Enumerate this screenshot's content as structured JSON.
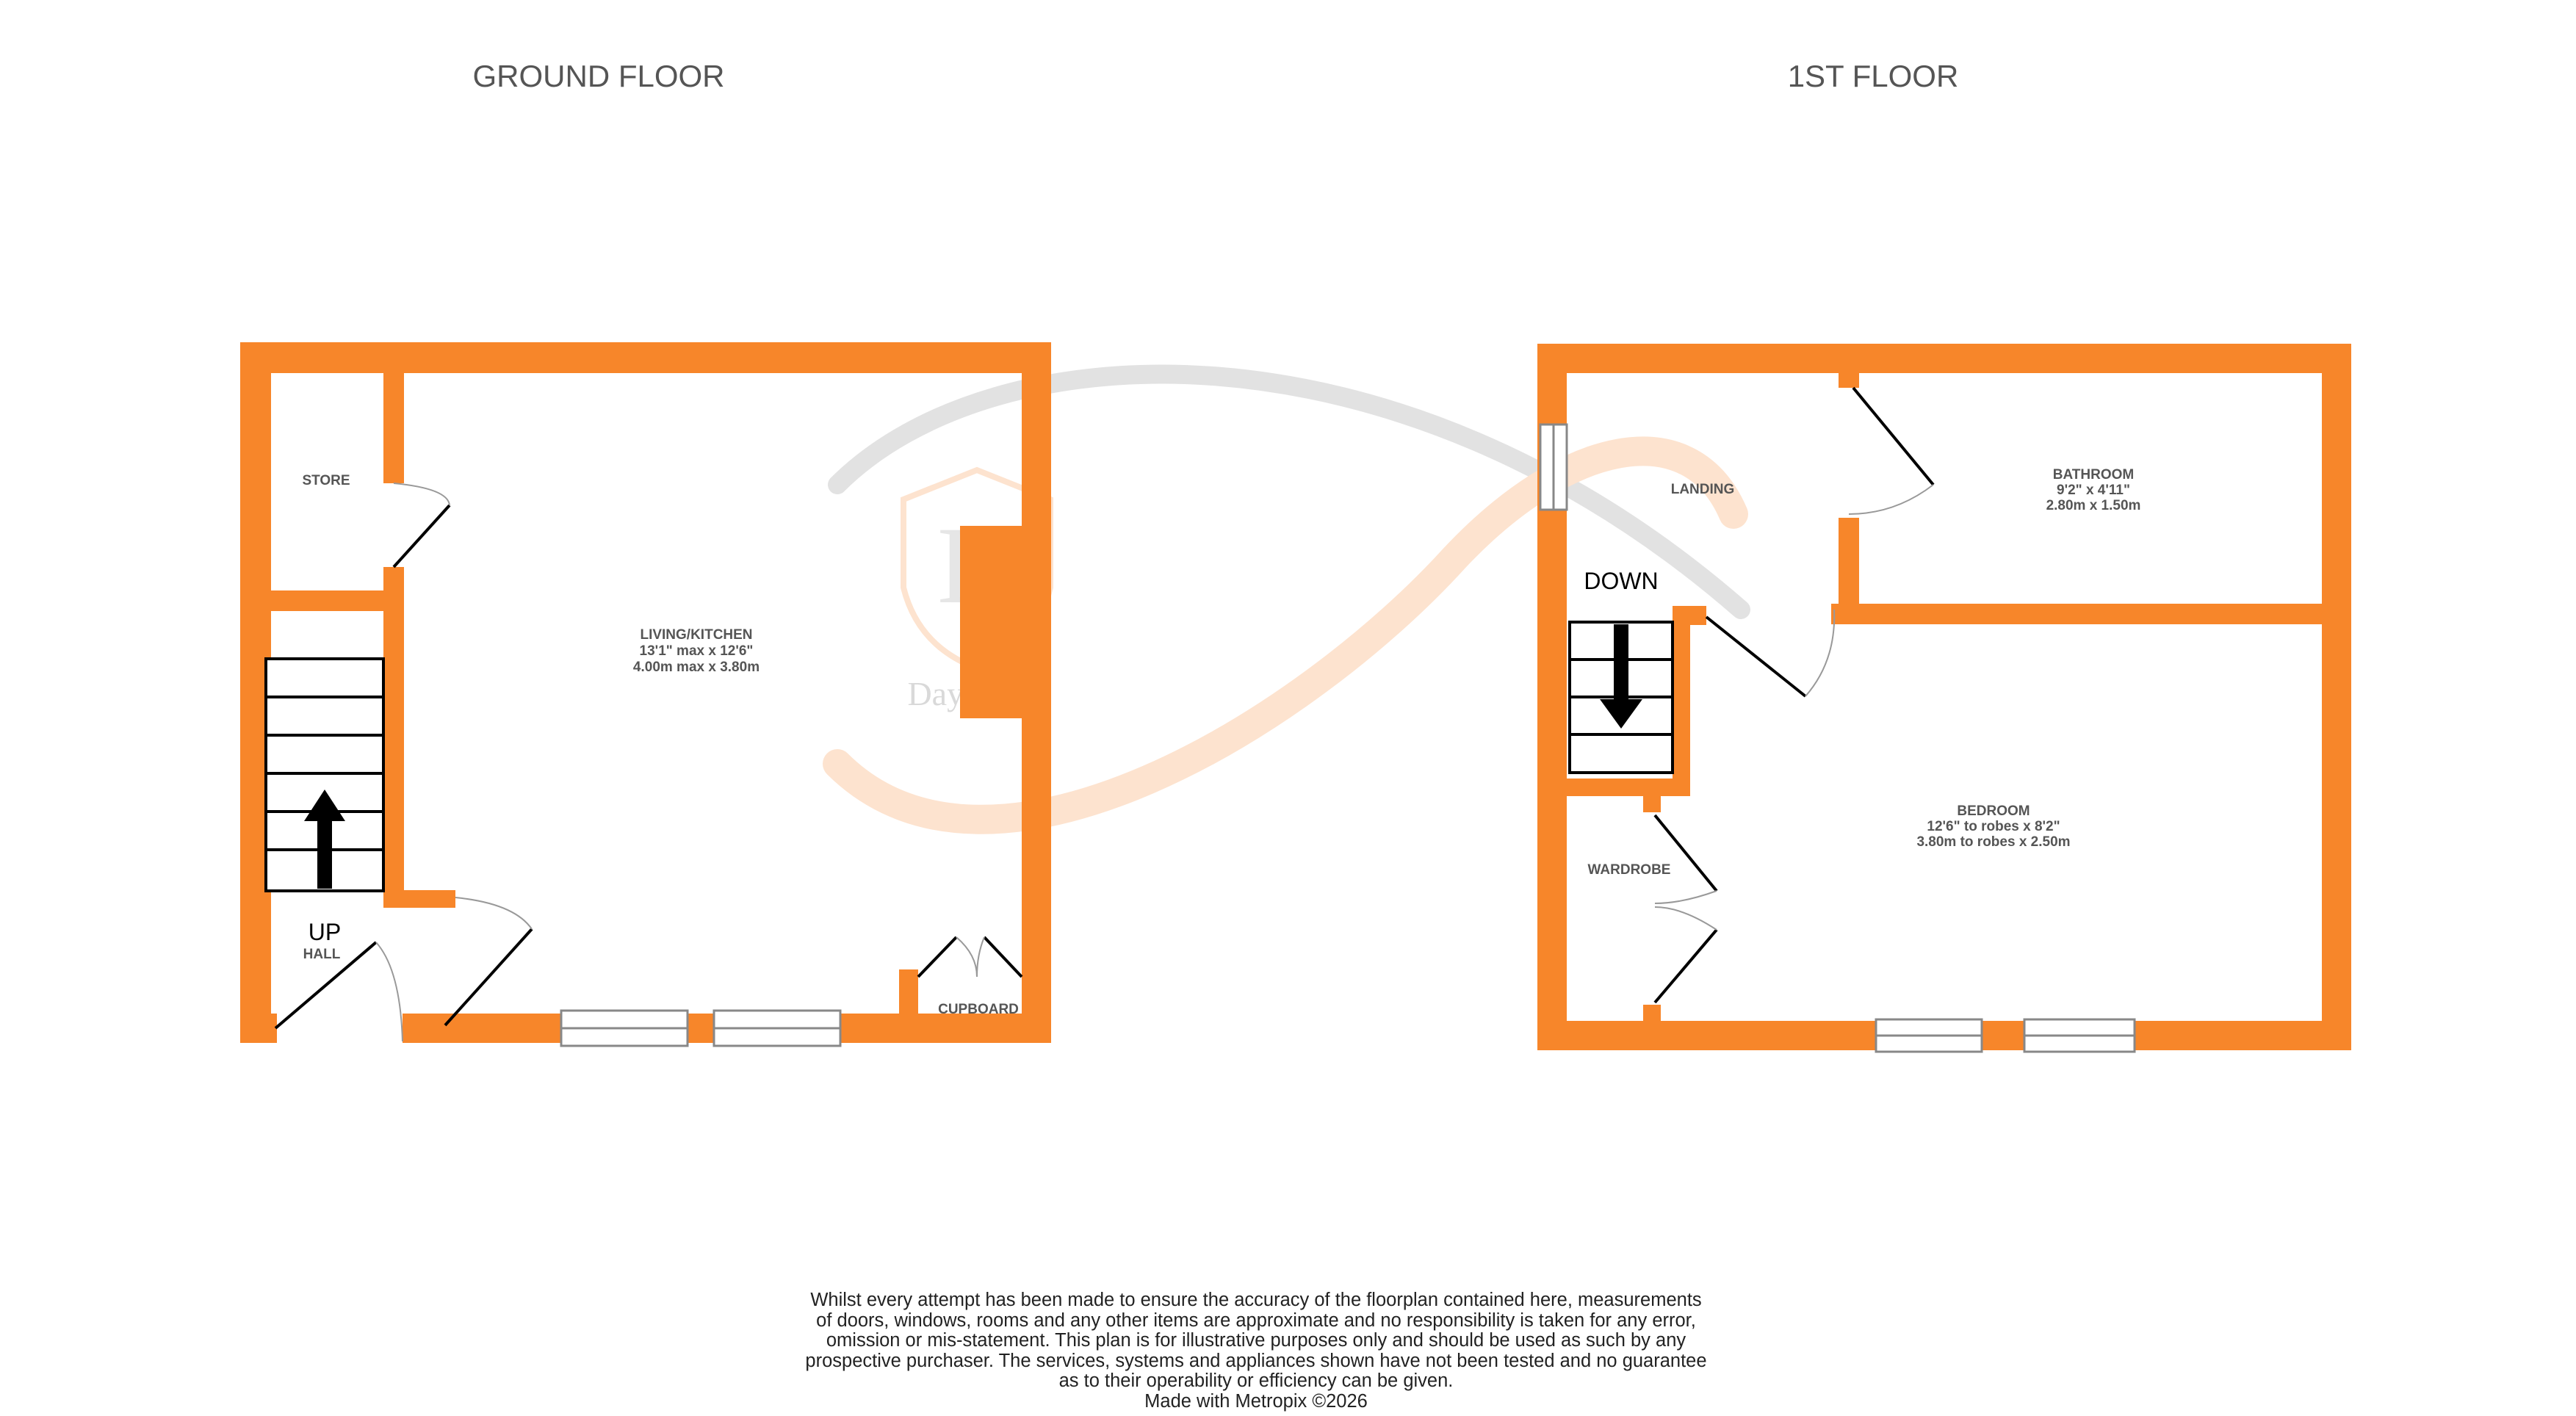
{
  "wall_color": "#f7862a",
  "floors": [
    {
      "title": "GROUND FLOOR",
      "rooms": [
        {
          "name": "STORE",
          "dims": []
        },
        {
          "name": "LIVING/KITCHEN",
          "dims": [
            "13'1\" max x 12'6\"",
            "4.00m max x 3.80m"
          ]
        },
        {
          "name": "HALL",
          "dims": []
        },
        {
          "name": "CUPBOARD",
          "dims": []
        }
      ],
      "stairs_label": "UP"
    },
    {
      "title": "1ST FLOOR",
      "rooms": [
        {
          "name": "LANDING",
          "dims": []
        },
        {
          "name": "BATHROOM",
          "dims": [
            "9'2\"  x 4'11\"",
            "2.80m  x 1.50m"
          ]
        },
        {
          "name": "BEDROOM",
          "dims": [
            "12'6\" to robes x 8'2\"",
            "3.80m to robes x 2.50m"
          ]
        },
        {
          "name": "WARDROBE",
          "dims": []
        }
      ],
      "stairs_label": "DOWN"
    }
  ],
  "watermark": {
    "logo_letter": "D",
    "brand": "Day & Co"
  },
  "disclaimer": [
    "Whilst every attempt has been made to ensure the accuracy of the floorplan contained here, measurements",
    "of doors, windows, rooms and any other items are approximate and no responsibility is taken for any error,",
    "omission or mis-statement. This plan is for illustrative purposes only and should be used as such by any",
    "prospective purchaser. The services, systems and appliances shown have not been tested and no guarantee",
    "as to their operability or efficiency can be given.",
    "Made with Metropix ©2026"
  ]
}
